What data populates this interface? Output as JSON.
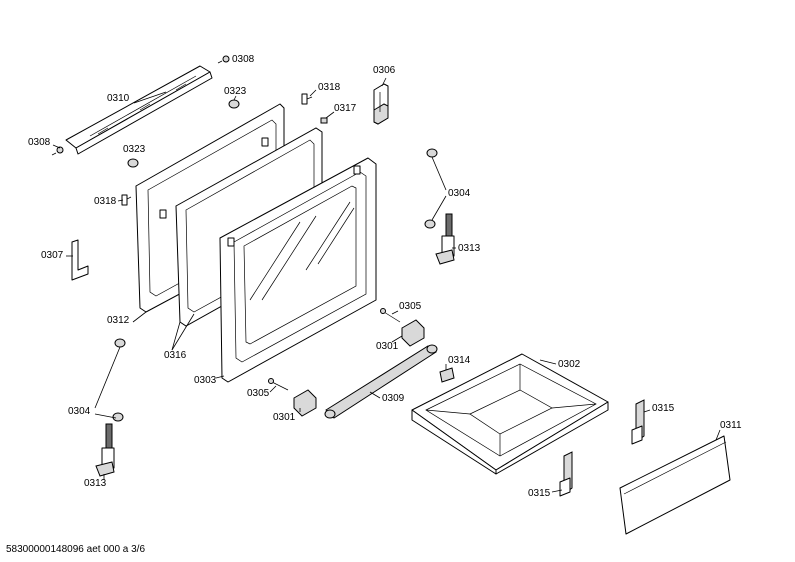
{
  "labels": {
    "l0308a": "0308",
    "l0308b": "0308",
    "l0310": "0310",
    "l0323a": "0323",
    "l0323b": "0323",
    "l0318a": "0318",
    "l0318b": "0318",
    "l0317": "0317",
    "l0306": "0306",
    "l0307": "0307",
    "l0312": "0312",
    "l0316": "0316",
    "l0303": "0303",
    "l0304a": "0304",
    "l0304b": "0304",
    "l0313a": "0313",
    "l0313b": "0313",
    "l0305a": "0305",
    "l0305b": "0305",
    "l0301a": "0301",
    "l0301b": "0301",
    "l0314": "0314",
    "l0302": "0302",
    "l0309": "0309",
    "l0315a": "0315",
    "l0315b": "0315",
    "l0311": "0311"
  },
  "footer": "58300000148096 aet 000 a 3/6"
}
